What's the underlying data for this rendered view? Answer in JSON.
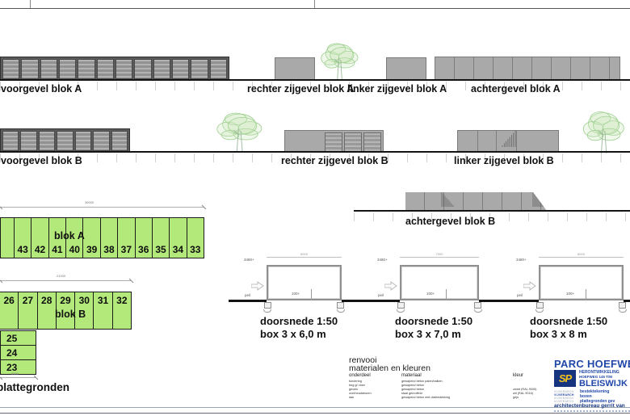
{
  "colors": {
    "plan_green": "#b3e97a",
    "wall_gray": "#a9a9a9",
    "tree_green": "#9ccf8e",
    "ground_black": "#141414",
    "brand_blue": "#2047a8",
    "brand_dark_blue": "#16357e",
    "brand_yellow": "#f2c21d"
  },
  "elevations": {
    "voor_a": "voorgevel blok A",
    "rechter_a": "rechter zijgevel blok A",
    "linker_a": "linker zijgevel blok A",
    "achter_a": "achtergevel blok A",
    "voor_b": "voorgevel blok B",
    "rechter_b": "rechter zijgevel blok B",
    "linker_b": "linker zijgevel blok B",
    "achter_b": "achtergevel blok B"
  },
  "floorplan": {
    "title": "plattegronden",
    "blok_a": {
      "label": "blok A",
      "dim": "36000",
      "units": [
        "43",
        "42",
        "41",
        "40",
        "39",
        "38",
        "37",
        "36",
        "35",
        "34",
        "33"
      ]
    },
    "blok_b": {
      "label": "blok B",
      "dim": "21000",
      "units": [
        "26",
        "27",
        "28",
        "29",
        "30",
        "31",
        "32"
      ]
    },
    "side_units": [
      "25",
      "24",
      "23"
    ],
    "side_dim": "6000"
  },
  "sections": [
    {
      "title": "doorsnede 1:50",
      "subtitle": "box 3 x 6,0 m",
      "top_dim": "6000",
      "roof_level": "3480+",
      "floor_level": "100+",
      "ground_label": "peil"
    },
    {
      "title": "doorsnede 1:50",
      "subtitle": "box 3 x 7,0 m",
      "top_dim": "7000",
      "roof_level": "3480+",
      "floor_level": "100+",
      "ground_label": "peil"
    },
    {
      "title": "doorsnede 1:50",
      "subtitle": "box 3 x 8 m",
      "top_dim": "8000",
      "roof_level": "3480+",
      "floor_level": "100+",
      "ground_label": "peil"
    }
  ],
  "legend": {
    "title_line1": "renvooi",
    "title_line2": "materialen en kleuren",
    "col_part": "onderdeel",
    "col_material": "materiaal",
    "col_color": "kleur",
    "rows": [
      {
        "part": "fundering",
        "material": "gewapend beton palen/balken",
        "color": ""
      },
      {
        "part": "beg gr vloer",
        "material": "gewapend beton",
        "color": ""
      },
      {
        "part": "gevels",
        "material": "gewapend beton",
        "color": "zwart (RAL 9005)"
      },
      {
        "part": "overheaddeuren",
        "material": "staal gemoffeld",
        "color": "wit (RAL 9016)"
      },
      {
        "part": "dak",
        "material": "gewapend beton met dakbedekking",
        "color": "grijs"
      }
    ]
  },
  "titleblock": {
    "project": "PARC HOEFWEG",
    "logo_text": "SP",
    "sub1": "HERONTWIKKELING",
    "sub2": "HOEFWEG 145 T/M",
    "city": "BLEISWIJK",
    "firm_mark": [
      "VIJVERARCH",
      "VIJVERARCH",
      "VIJVERARCH",
      "VIJVERARCH"
    ],
    "doc_type": "bestektekening",
    "doc_subject": "boxen",
    "doc_content": "plattegronden gev",
    "firm_name": "architectenbureau gerrit van"
  }
}
